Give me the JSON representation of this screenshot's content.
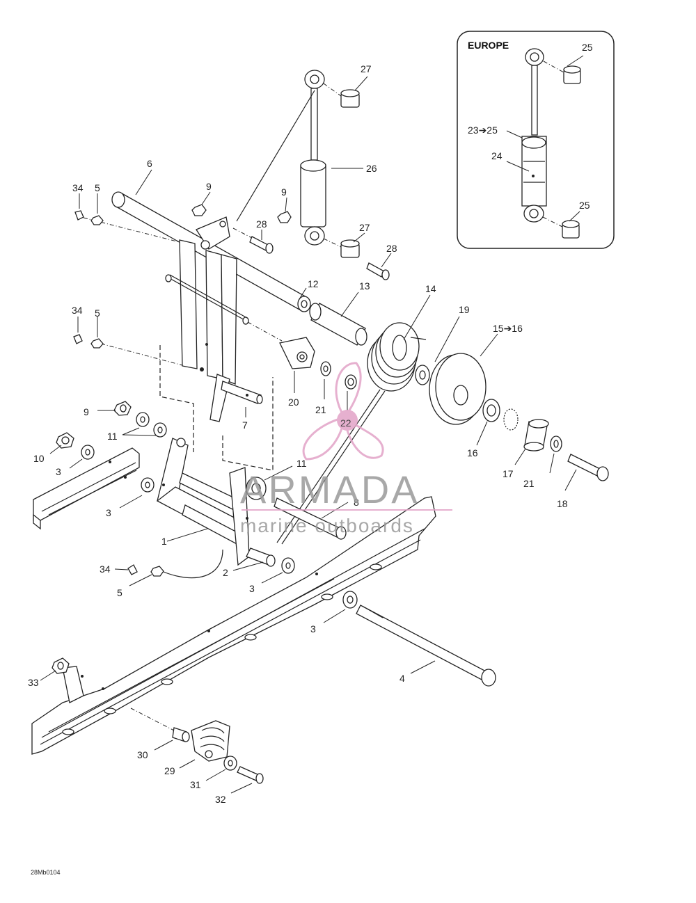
{
  "inset": {
    "title": "EUROPE"
  },
  "callouts": {
    "c1": "1",
    "c2": "2",
    "c3a": "3",
    "c3b": "3",
    "c3c": "3",
    "c3d": "3",
    "c4": "4",
    "c5a": "5",
    "c5b": "5",
    "c5c": "5",
    "c6": "6",
    "c7": "7",
    "c8": "8",
    "c9a": "9",
    "c9b": "9",
    "c9c": "9",
    "c10": "10",
    "c11a": "11",
    "c11b": "11",
    "c12": "12",
    "c13": "13",
    "c14": "14",
    "c15": "15➔16",
    "c16": "16",
    "c17": "17",
    "c18": "18",
    "c19": "19",
    "c20": "20",
    "c21a": "21",
    "c21b": "21",
    "c22": "22",
    "c23": "23➔25",
    "c24": "24",
    "c25a": "25",
    "c25b": "25",
    "c26": "26",
    "c27a": "27",
    "c27b": "27",
    "c28a": "28",
    "c28b": "28",
    "c29": "29",
    "c30": "30",
    "c31": "31",
    "c32": "32",
    "c33": "33",
    "c34a": "34",
    "c34b": "34",
    "c34c": "34"
  },
  "watermark": {
    "brand": "ARMADA",
    "sub": "marine outboards",
    "accent": "#e2a3c7"
  },
  "footer": {
    "code": "28Mb0104"
  }
}
